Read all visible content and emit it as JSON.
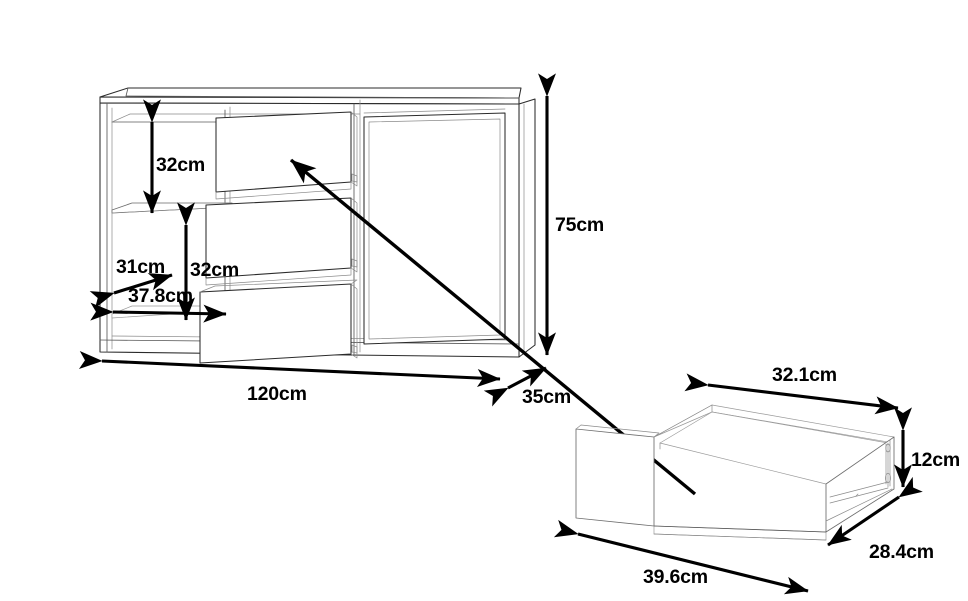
{
  "diagram": {
    "title": "Sideboard dimension diagram",
    "background_color": "#ffffff",
    "line_color": "#2b2b2b",
    "dimension_color": "#000000",
    "units": "cm"
  },
  "cabinet": {
    "name": "sideboard-cabinet",
    "description": "Sideboard with three stacked drawers on the left and a single hinged door on the right, shown in isometric perspective",
    "open_shelf_count": 1,
    "drawer_count": 3,
    "door_count": 1,
    "dimensions": {
      "width": {
        "label": "120cm",
        "value": 120,
        "unit": "cm",
        "name": "cabinet-width"
      },
      "height": {
        "label": "75cm",
        "value": 75,
        "unit": "cm",
        "name": "cabinet-height"
      },
      "depth": {
        "label": "35cm",
        "value": 35,
        "unit": "cm",
        "name": "cabinet-depth"
      },
      "upper_shelf_height": {
        "label": "32cm",
        "value": 32,
        "unit": "cm",
        "name": "upper-compartment-height"
      },
      "lower_shelf_height": {
        "label": "32cm",
        "value": 32,
        "unit": "cm",
        "name": "lower-compartment-height"
      },
      "shelf_depth": {
        "label": "31cm",
        "value": 31,
        "unit": "cm",
        "name": "shelf-depth"
      },
      "shelf_width": {
        "label": "37.8cm",
        "value": 37.8,
        "unit": "cm",
        "name": "shelf-width"
      }
    }
  },
  "drawer": {
    "name": "drawer-box",
    "description": "Detached drawer box shown in isometric perspective with side runner",
    "dimensions": {
      "inner_width": {
        "label": "32.1cm",
        "value": 32.1,
        "unit": "cm",
        "name": "drawer-inner-width"
      },
      "front_width": {
        "label": "39.6cm",
        "value": 39.6,
        "unit": "cm",
        "name": "drawer-front-width"
      },
      "depth": {
        "label": "28.4cm",
        "value": 28.4,
        "unit": "cm",
        "name": "drawer-depth"
      },
      "height": {
        "label": "12cm",
        "value": 12,
        "unit": "cm",
        "name": "drawer-height"
      }
    }
  },
  "callout": {
    "name": "drawer-detail-pointer",
    "description": "Arrow linking the detached drawer box detail to the top drawer of the cabinet"
  }
}
